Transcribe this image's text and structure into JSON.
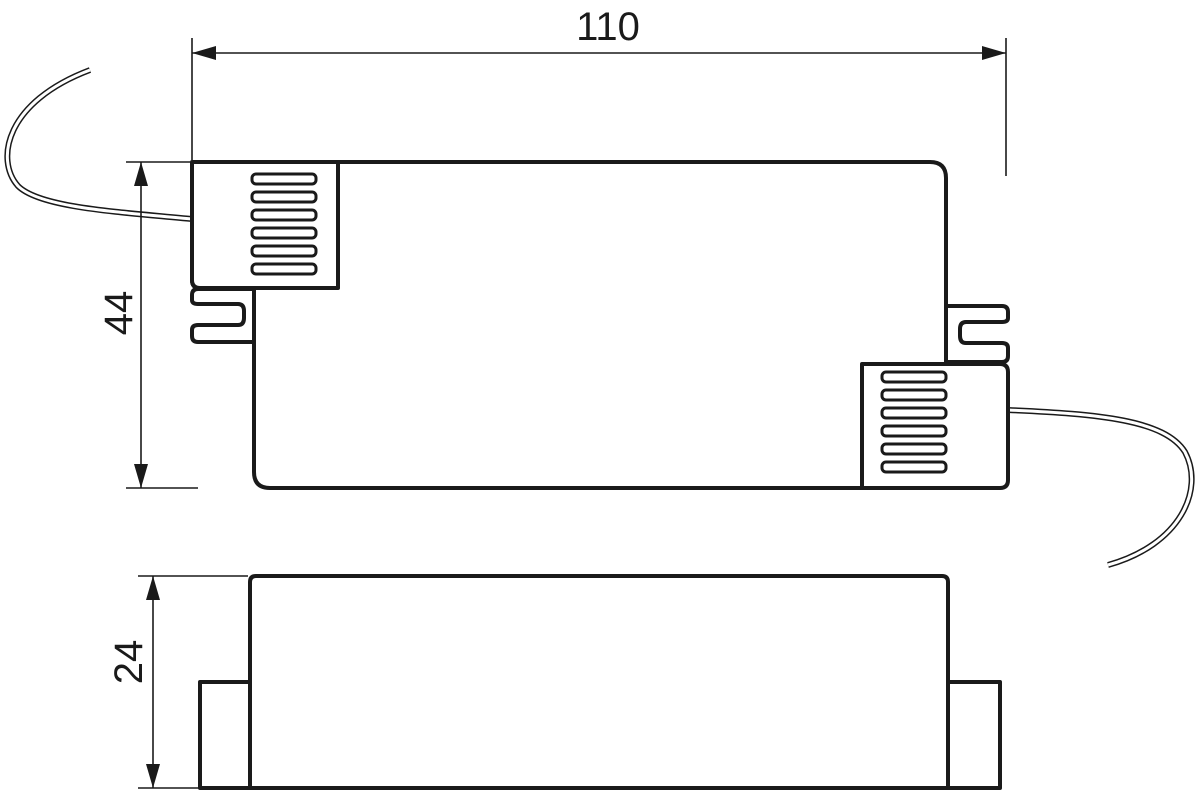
{
  "drawing": {
    "dimensions": {
      "width_label": "110",
      "height_label": "44",
      "depth_label": "24"
    },
    "line_color": "#1a1a1a",
    "background_color": "#ffffff"
  }
}
